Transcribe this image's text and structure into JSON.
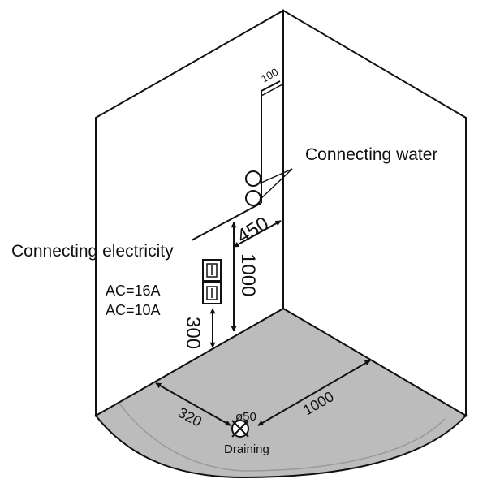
{
  "labels": {
    "connecting_water": "Connecting water",
    "connecting_electricity": "Connecting electricity",
    "ac_16a": "AC=16A",
    "ac_10a": "AC=10A",
    "draining": "Draining",
    "drain_diameter": "ø50"
  },
  "dimensions": {
    "pipe_spacing": "100",
    "water_offset": "450",
    "water_height": "1000",
    "socket_height": "300",
    "drain_offset": "320",
    "tray_width": "1000"
  },
  "colors": {
    "line": "#111111",
    "wall": "#ffffff",
    "tray": "#bcbcbc"
  }
}
